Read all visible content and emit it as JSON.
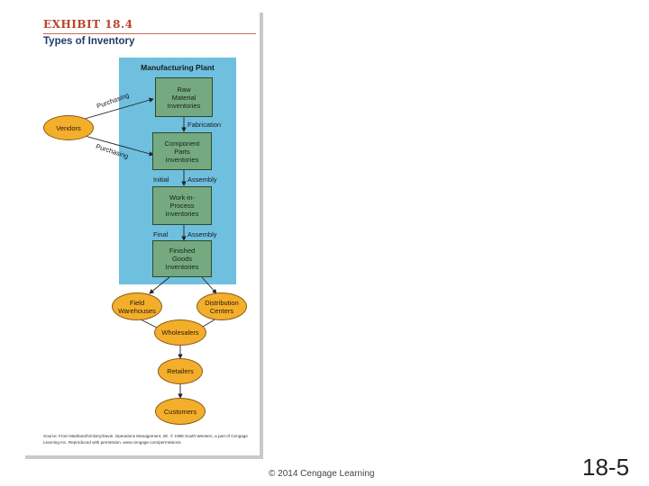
{
  "exhibit": {
    "number": "EXHIBIT 18.4",
    "title": "Types of Inventory",
    "plant_title": "Manufacturing Plant",
    "boxes": {
      "raw": "Raw\nMaterial\nInventories",
      "component": "Component\nParts\nInventories",
      "wip": "Work-in-\nProcess\nInventories",
      "finished": "Finished\nGoods\nInventories"
    },
    "ovals": {
      "vendors": "Vendors",
      "field": "Field\nWarehouses",
      "distribution": "Distribution\nCenters",
      "wholesalers": "Wholesalers",
      "retailers": "Retailers",
      "customers": "Customers"
    },
    "labels": {
      "purchasing_top": "Purchasing",
      "purchasing_bottom": "Purchasing",
      "fabrication": "Fabrication",
      "initial": "Initial",
      "assembly_1": "Assembly",
      "final": "Final",
      "assembly_2": "Assembly"
    },
    "source": "Source: From Markland/Vickery/Davis. Operations Management, 2E. © 1998 South-Western, a part of Cengage Learning Inc. Reproduced with permission. www.cengage.com/permissions"
  },
  "footer": {
    "copyright": "© 2014 Cengage Learning",
    "slide_number": "18-5"
  },
  "colors": {
    "plant": "#6fbfdf",
    "box": "#75a97f",
    "oval": "#f3ae2c",
    "exhibit_accent": "#b5452c"
  }
}
